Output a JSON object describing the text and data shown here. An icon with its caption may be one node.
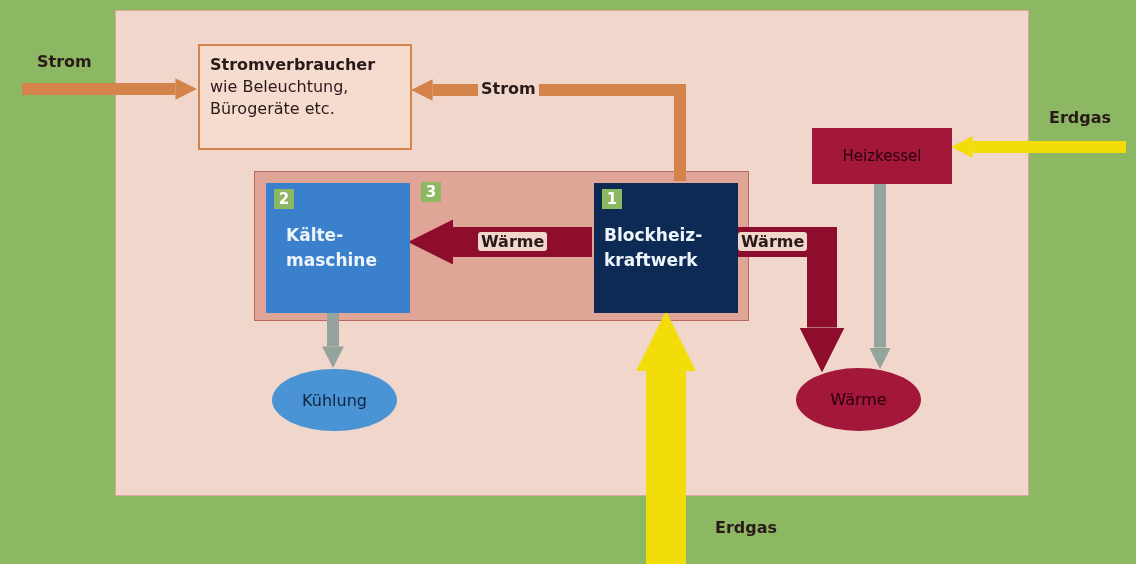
{
  "diagram": {
    "nodes": [
      {
        "text": [],
        "shape": "box"
      },
      {
        "text": [
          "Stromverbraucher",
          "wie Beleuchtung, Bürogeräte etc."
        ],
        "in": 0
      },
      {
        "text": [
          "3"
        ],
        "in": 0
      },
      {
        "text": [
          "2",
          "Kälte- maschine"
        ],
        "in": 2
      },
      {
        "text": [
          "1",
          "Blockheiz- kraftwerk"
        ],
        "in": 2
      },
      {
        "text": [
          "Heizkessel"
        ],
        "in": 0
      },
      {
        "text": [
          "Kühlung"
        ],
        "in": 0
      },
      {
        "text": [
          "Wärme"
        ],
        "in": 0
      }
    ],
    "edges": [
      {
        "from": null,
        "to": 1,
        "arrow": "to",
        "label": "Strom",
        "color": "#d4844a"
      },
      {
        "from": 4,
        "to": 1,
        "arrow": "to",
        "label": "Strom",
        "color": "#d4844a"
      },
      {
        "from": 4,
        "to": 3,
        "arrow": "to",
        "label": "Wärme",
        "style": "thick",
        "color": "#8e0c2c"
      },
      {
        "from": 4,
        "to": 7,
        "arrow": "to",
        "label": "Wärme",
        "style": "thick",
        "color": "#8e0c2c"
      },
      {
        "from": null,
        "to": 5,
        "arrow": "to",
        "label": "Erdgas",
        "color": "#f2dc0a"
      },
      {
        "from": null,
        "to": 4,
        "arrow": "to",
        "label": "Erdgas",
        "style": "thick",
        "color": "#f2dc0a"
      },
      {
        "from": 3,
        "to": 6,
        "arrow": "to",
        "color": "#94a39c"
      },
      {
        "from": 5,
        "to": 7,
        "arrow": "to",
        "color": "#94a39c"
      }
    ]
  }
}
